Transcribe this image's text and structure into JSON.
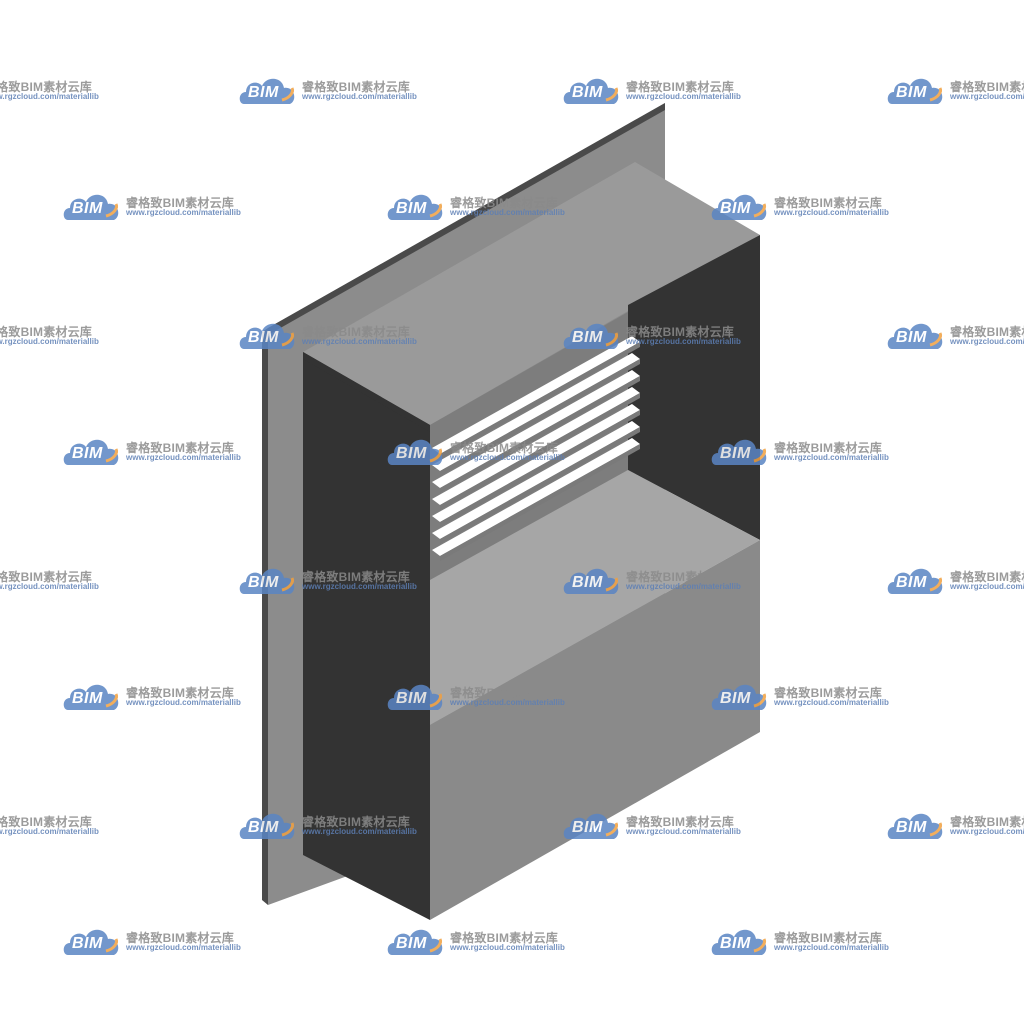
{
  "colors": {
    "background": "#ffffff",
    "flange_front": "#8c8c8c",
    "flange_edge": "#4a4a4a",
    "box_top": "#9a9a9a",
    "box_front": "#8a8a8a",
    "box_side_left": "#7d7d7d",
    "box_interior_dark": "#333333",
    "box_bottom_inner": "#a6a6a6",
    "louver_light": "#ffffff",
    "louver_dark": "#7a7a7a",
    "watermark_cloud": "#5a85c4",
    "watermark_accent": "#f0a040"
  },
  "watermark": {
    "name": "睿格致BIM素材云库",
    "url": "www.rgzcloud.com/materiallib",
    "logo_text": "BIM",
    "icon": "cloud-logo-icon"
  },
  "model": {
    "icon": "air-louver-vent-3d-model",
    "louver_count": 7
  }
}
